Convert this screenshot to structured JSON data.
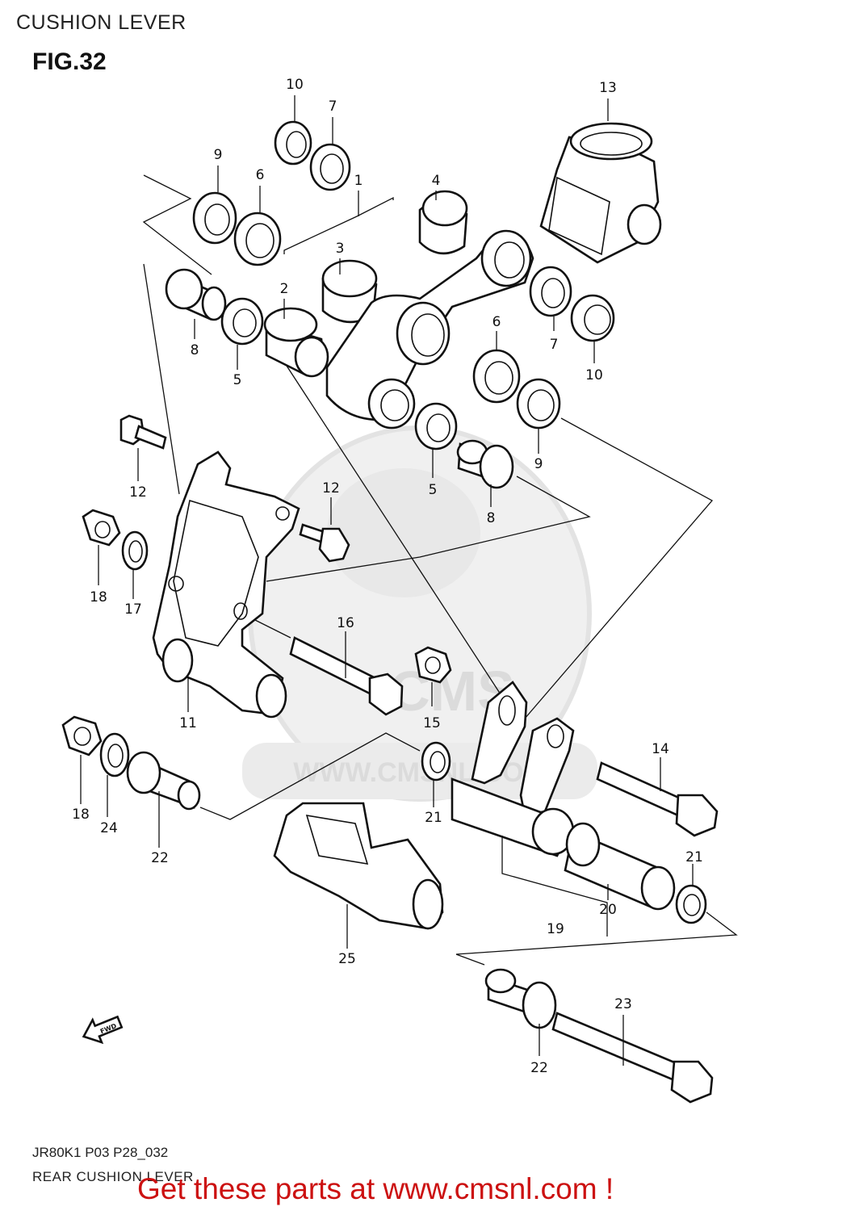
{
  "header": {
    "title": "CUSHION LEVER",
    "figure": "FIG.32"
  },
  "callouts": [
    {
      "id": "c10a",
      "text": "10"
    },
    {
      "id": "c7a",
      "text": "7"
    },
    {
      "id": "c13",
      "text": "13"
    },
    {
      "id": "c9a",
      "text": "9"
    },
    {
      "id": "c6a",
      "text": "6"
    },
    {
      "id": "c1",
      "text": "1"
    },
    {
      "id": "c4",
      "text": "4"
    },
    {
      "id": "c3",
      "text": "3"
    },
    {
      "id": "c2",
      "text": "2"
    },
    {
      "id": "c8a",
      "text": "8"
    },
    {
      "id": "c5a",
      "text": "5"
    },
    {
      "id": "c6b",
      "text": "6"
    },
    {
      "id": "c7b",
      "text": "7"
    },
    {
      "id": "c10b",
      "text": "10"
    },
    {
      "id": "c9b",
      "text": "9"
    },
    {
      "id": "c5b",
      "text": "5"
    },
    {
      "id": "c8b",
      "text": "8"
    },
    {
      "id": "c12a",
      "text": "12"
    },
    {
      "id": "c12b",
      "text": "12"
    },
    {
      "id": "c18a",
      "text": "18"
    },
    {
      "id": "c17",
      "text": "17"
    },
    {
      "id": "c16",
      "text": "16"
    },
    {
      "id": "c11",
      "text": "11"
    },
    {
      "id": "c15",
      "text": "15"
    },
    {
      "id": "c14",
      "text": "14"
    },
    {
      "id": "c18b",
      "text": "18"
    },
    {
      "id": "c24",
      "text": "24"
    },
    {
      "id": "c22a",
      "text": "22"
    },
    {
      "id": "c21a",
      "text": "21"
    },
    {
      "id": "c21b",
      "text": "21"
    },
    {
      "id": "c20",
      "text": "20"
    },
    {
      "id": "c19",
      "text": "19"
    },
    {
      "id": "c25",
      "text": "25"
    },
    {
      "id": "c23",
      "text": "23"
    },
    {
      "id": "c22b",
      "text": "22"
    }
  ],
  "direction_marker": {
    "text": "FWD",
    "icon": "fwd-arrow-icon"
  },
  "watermark": {
    "text": "WWW.CMSNL.COM",
    "logo_letters": "CMS"
  },
  "footer": {
    "code": "JR80K1  P03  P28_032",
    "name": "REAR CUSHION LEVER",
    "promo": "Get these parts at www.cmsnl.com !"
  }
}
